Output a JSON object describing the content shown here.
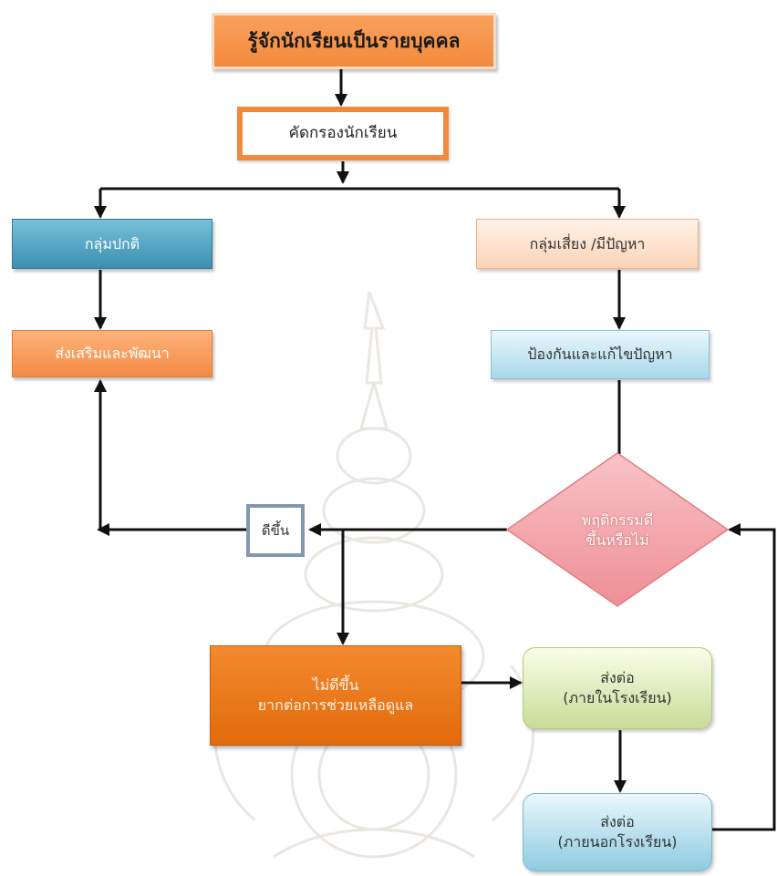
{
  "diagram": {
    "nodes": {
      "know_students": {
        "label": "รู้จักนักเรียนเป็นรายบุคคล"
      },
      "screening": {
        "label": "คัดกรองนักเรียน"
      },
      "normal_group": {
        "label": "กลุ่มปกติ"
      },
      "risk_group": {
        "label": "กลุ่มเสี่ยง /มีปัญหา"
      },
      "promote": {
        "label": "ส่งเสริมและพัฒนา"
      },
      "prevent": {
        "label": "ป้องกันและแก้ไขปัญหา"
      },
      "decision": {
        "line1": "พฤติกรรมดี",
        "line2": "ขึ้นหรือไม่"
      },
      "improved": {
        "label": "ดีขึ้น"
      },
      "not_improved": {
        "line1": "ไม่ดีขึ้น",
        "line2": "ยากต่อการช่วยเหลือดูแล"
      },
      "refer_internal": {
        "line1": "ส่งต่อ",
        "line2": "(ภายในโรงเรียน)"
      },
      "refer_external": {
        "line1": "ส่งต่อ",
        "line2": "(ภายนอกโรงเรียน)"
      }
    },
    "colors": {
      "orange": "#f28a3c",
      "dark_orange": "#e26a0c",
      "blue": "#3b8fb0",
      "light_blue": "#a9d8ea",
      "peach": "#fbd3b4",
      "pink": "#f2a2a8",
      "green": "#c9dc98",
      "slate": "#8497b0",
      "connector": "#111111"
    }
  }
}
